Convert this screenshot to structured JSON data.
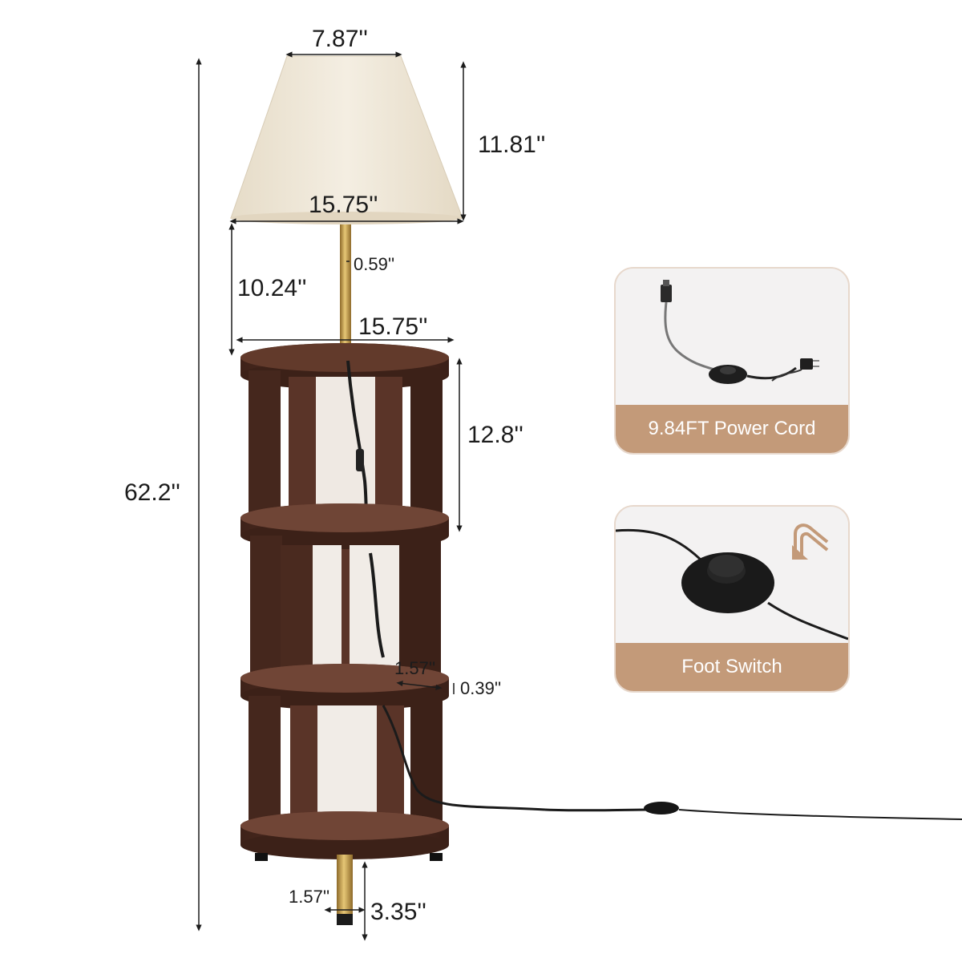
{
  "colors": {
    "wood_dark": "#3a2019",
    "wood_mid": "#5a3428",
    "shade": "#efe7d6",
    "brass": "#c7a24e",
    "card_caption": "#c39a79",
    "card_bg": "#f1f0ef",
    "card_border": "#e7d8cc"
  },
  "dimensions": {
    "shade_top_width": "7.87''",
    "shade_height": "11.81''",
    "shade_bottom_width": "15.75''",
    "pole_diameter": "0.59''",
    "pole_height": "10.24''",
    "shelf_width": "15.75''",
    "shelf_height": "12.8''",
    "total_height": "62.2''",
    "panel_depth": "1.57''",
    "board_thickness": "0.39''",
    "foot_width": "1.57''",
    "foot_height": "3.35''"
  },
  "cards": [
    {
      "caption": "9.84FT Power Cord",
      "icon": "power-cord-icon"
    },
    {
      "caption": "Foot Switch",
      "icon": "foot-switch-icon",
      "badge_icon": "foot-press-icon"
    }
  ]
}
